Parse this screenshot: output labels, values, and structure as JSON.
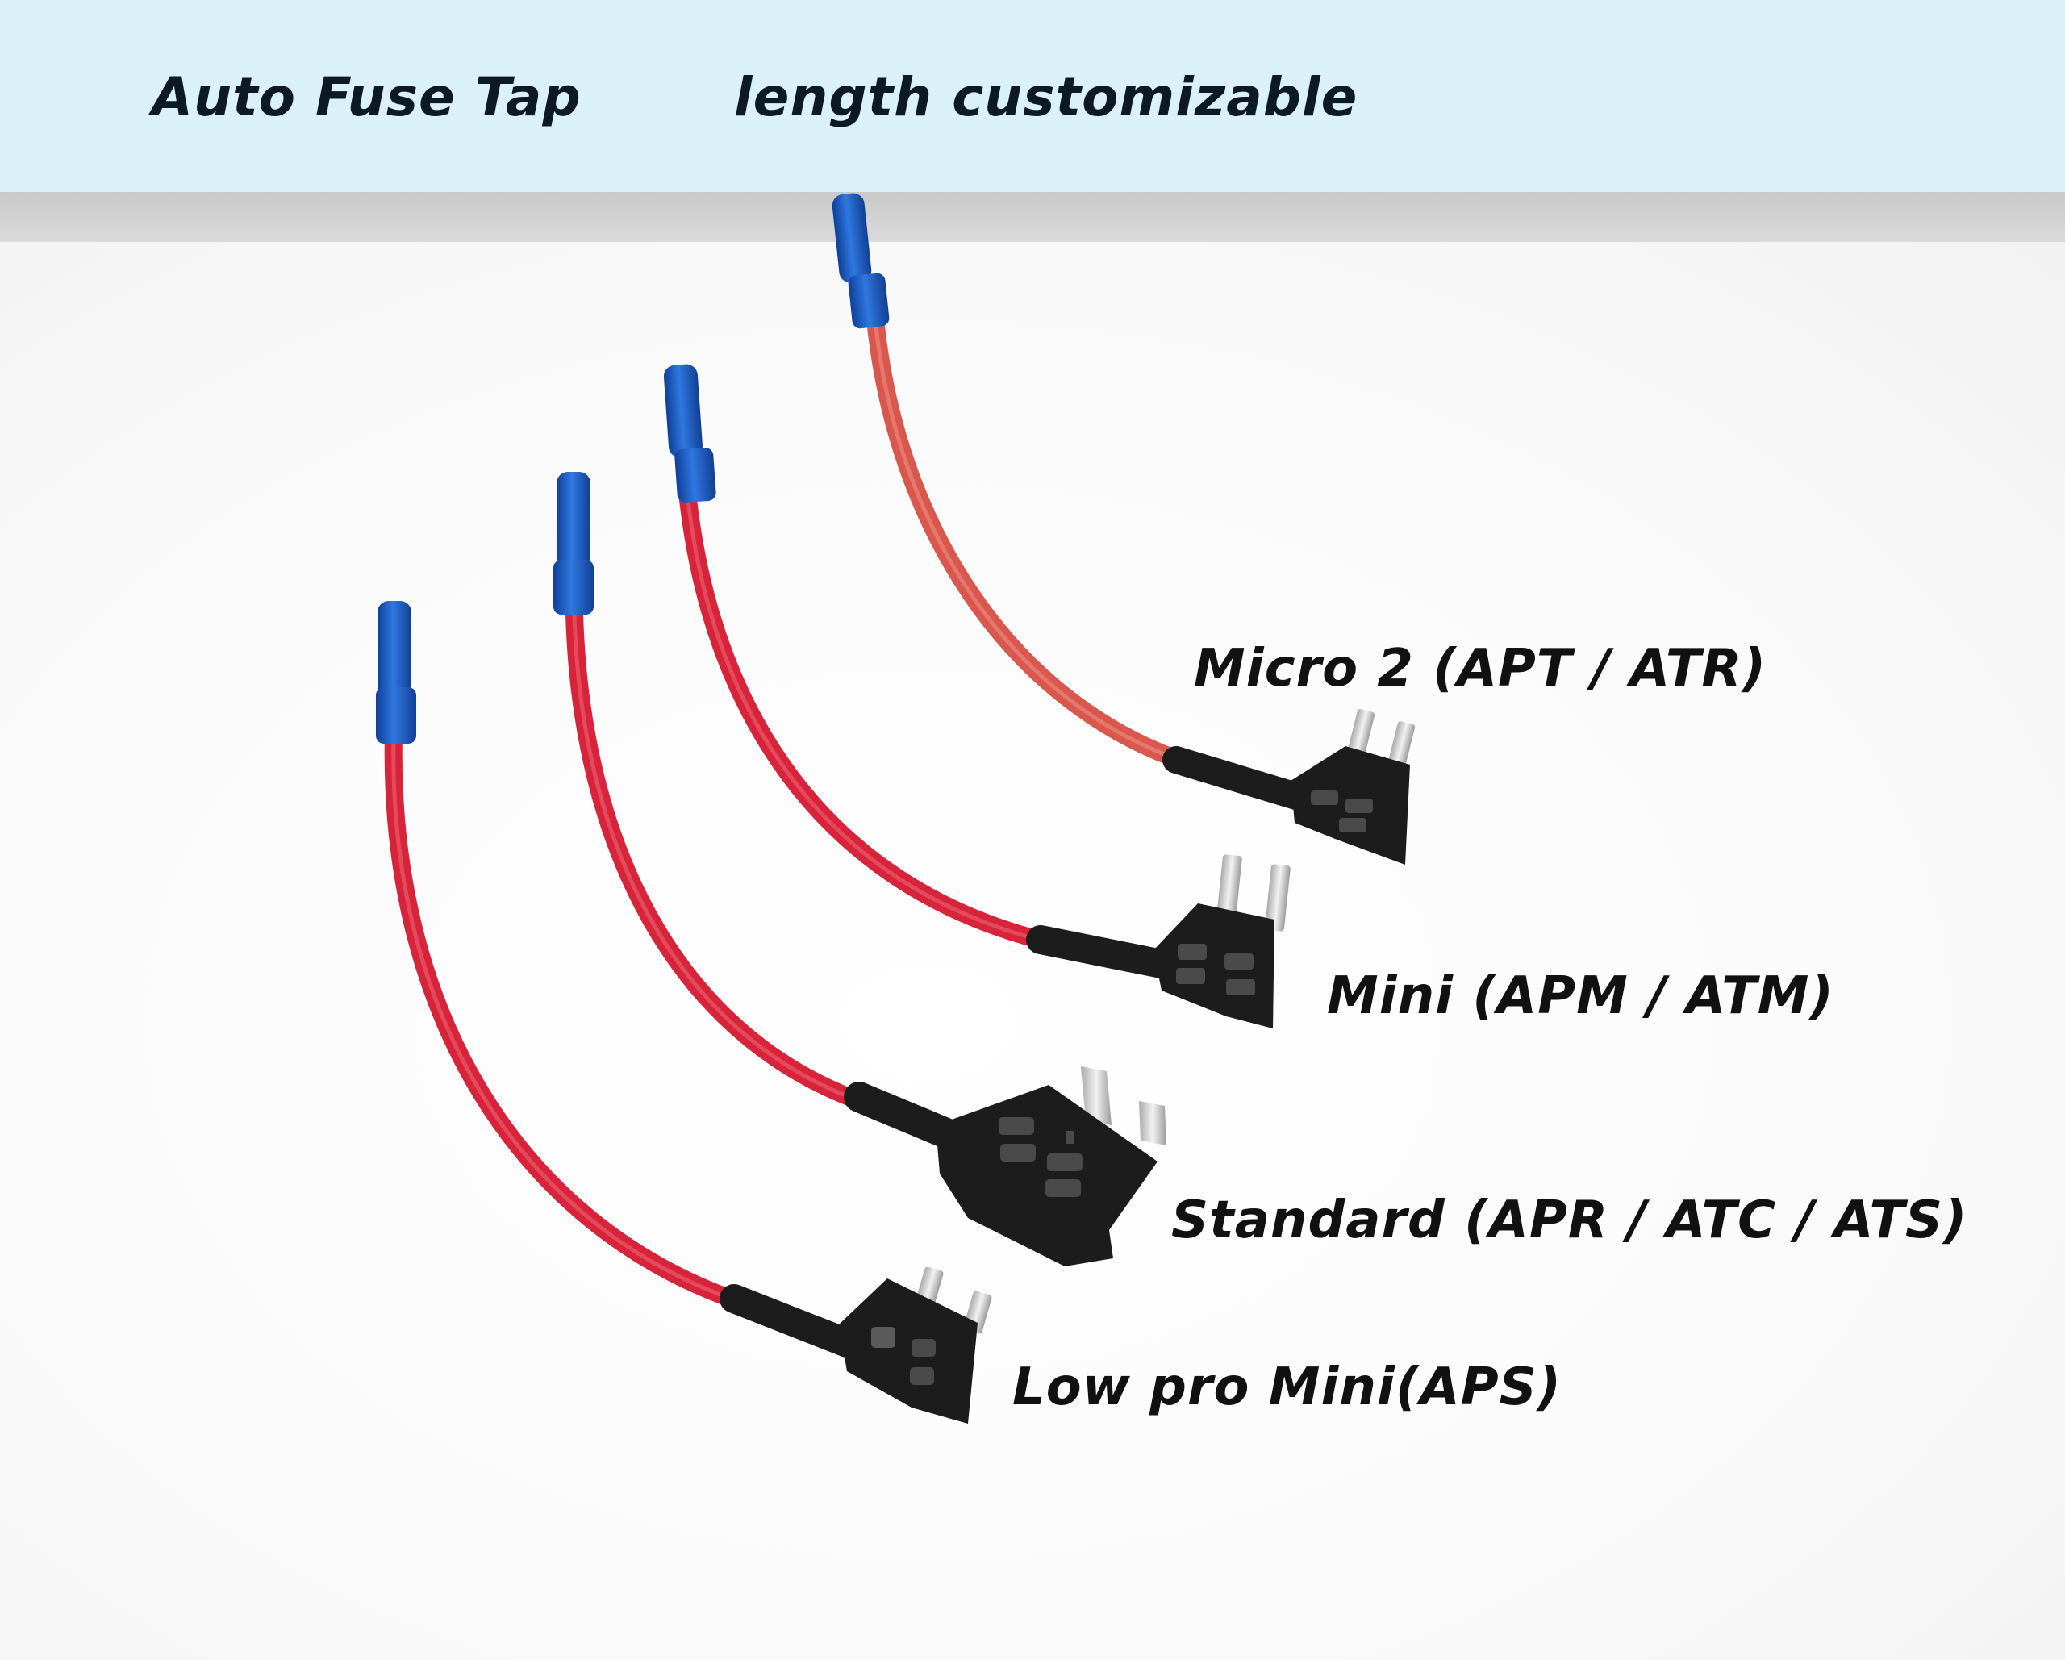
{
  "header": {
    "title": "Auto Fuse Tap",
    "subtitle": "length customizable"
  },
  "variants": [
    {
      "label": "Micro 2 (APT / ATR)"
    },
    {
      "label": "Mini (APM / ATM)"
    },
    {
      "label": "Standard (APR / ATC / ATS)"
    },
    {
      "label": "Low pro Mini(APS)"
    }
  ],
  "colors": {
    "header_background": "#dbf1f8",
    "wire_red": "#d8243a",
    "wire_micro2": "#d9584e",
    "connector_blue": "#1d5bc4",
    "holder_black": "#1c1c1c",
    "fuse_blade": "#cfcfcf"
  }
}
